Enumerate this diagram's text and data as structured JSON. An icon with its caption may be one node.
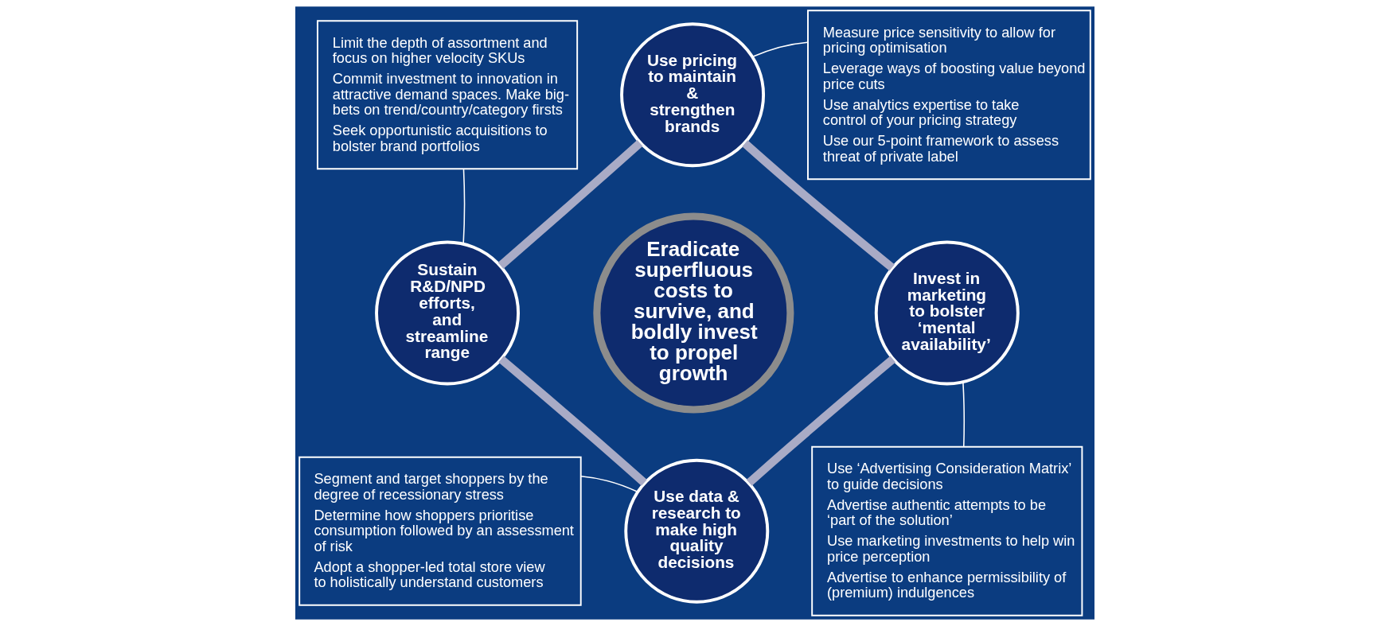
{
  "diagram": {
    "nodes": [
      {
        "text": [
          "Eradicate superfluous costs to survive, and boldly invest to propel growth"
        ]
      },
      {
        "text": [
          "Use pricing to maintain & strengthen brands"
        ]
      },
      {
        "text": [
          "Invest in marketing to bolster ‘mental availability’"
        ]
      },
      {
        "text": [
          "Use data & research to make high quality decisions"
        ]
      },
      {
        "text": [
          "Sustain R&D/NPD efforts, and streamline range"
        ]
      },
      {
        "text": [
          "Limit the depth of assortment and focus on higher velocity SKUs",
          "Commit investment to innovation in attractive demand spaces. Make big-bets on trend/country/category firsts",
          "Seek opportunistic acquisitions to bolster brand portfolios"
        ]
      },
      {
        "text": [
          "Measure price sensitivity to allow for pricing optimisation",
          "Leverage ways of boosting value beyond price cuts",
          "Use analytics expertise to take control of your pricing strategy",
          "Use our 5-point framework to assess threat of private label"
        ]
      },
      {
        "text": [
          "Use ‘Advertising Consideration Matrix’ to guide decisions",
          "Advertise authentic attempts to be ‘part of the solution’",
          "Use marketing investments to help win price perception",
          "Advertise to enhance permissibility of (premium) indulgences"
        ]
      },
      {
        "text": [
          "Segment and target shoppers by the degree of recessionary stress",
          "Determine how shoppers prioritise consumption followed by an assessment of risk",
          "Adopt a shopper-led total store view to holistically understand customers"
        ]
      }
    ],
    "edges": [
      {
        "from": 1,
        "to": 2,
        "arrow": "none",
        "style": "thick",
        "color": "#a9abc6"
      },
      {
        "from": 2,
        "to": 3,
        "arrow": "none",
        "style": "thick",
        "color": "#a9abc6"
      },
      {
        "from": 3,
        "to": 4,
        "arrow": "none",
        "style": "thick",
        "color": "#a9abc6"
      },
      {
        "from": 4,
        "to": 1,
        "arrow": "none",
        "style": "thick",
        "color": "#a9abc6"
      },
      {
        "from": 5,
        "to": 4,
        "arrow": "none"
      },
      {
        "from": 6,
        "to": 1,
        "arrow": "none"
      },
      {
        "from": 7,
        "to": 2,
        "arrow": "none"
      },
      {
        "from": 8,
        "to": 3,
        "arrow": "none"
      }
    ]
  }
}
